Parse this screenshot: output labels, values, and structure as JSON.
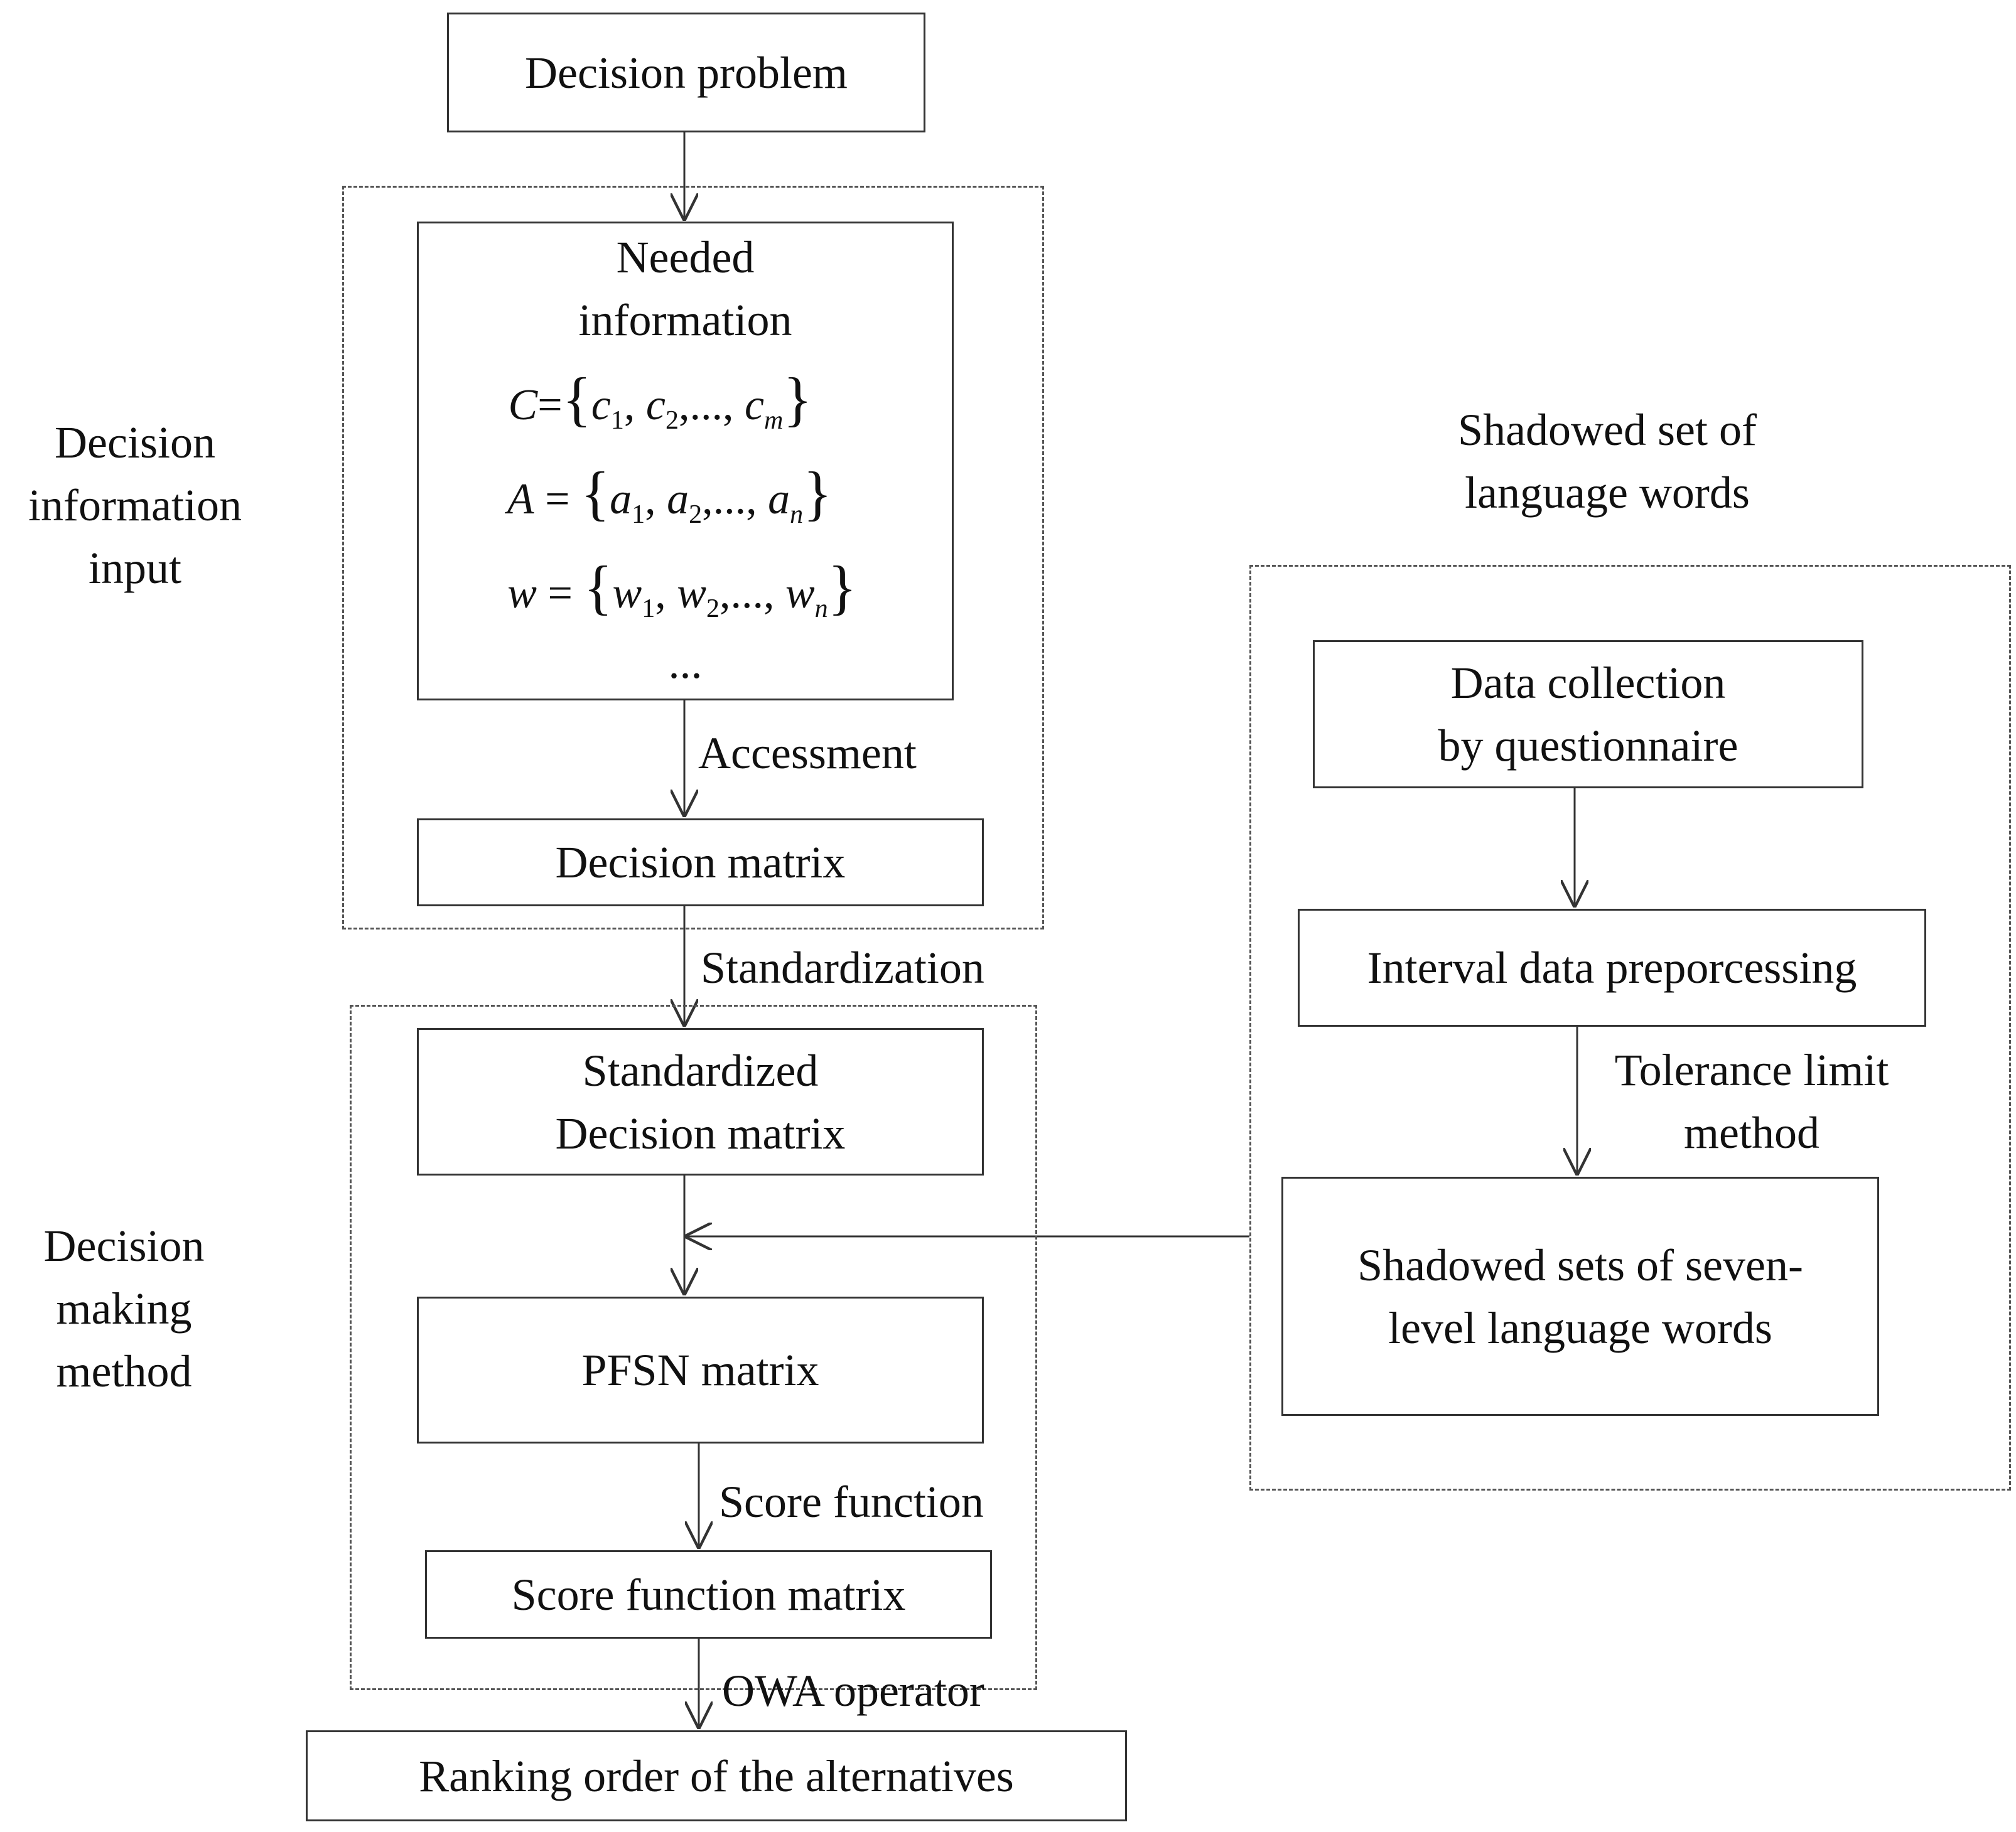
{
  "diagram": {
    "nodes": {
      "decision_problem": "Decision problem",
      "needed_information": [
        "Needed",
        "information"
      ],
      "set_c": {
        "name": "C",
        "eq": "=",
        "items": [
          [
            "c",
            "1"
          ],
          [
            "c",
            "2"
          ],
          [
            "c",
            "m"
          ]
        ]
      },
      "set_a": {
        "name": "A",
        "eq": " = ",
        "items": [
          [
            "a",
            "1"
          ],
          [
            "a",
            "2"
          ],
          [
            "a",
            "n"
          ]
        ]
      },
      "set_w": {
        "name": "w",
        "eq": " = ",
        "items": [
          [
            "w",
            "1"
          ],
          [
            "w",
            "2"
          ],
          [
            "w",
            "n"
          ]
        ]
      },
      "ellipsis": "...",
      "decision_matrix": "Decision matrix",
      "standardized_matrix": [
        "Standardized",
        "Decision matrix"
      ],
      "pfsn_matrix": "PFSN matrix",
      "score_function_matrix": "Score function matrix",
      "ranking": "Ranking order of the alternatives",
      "data_collection": [
        "Data collection",
        "by questionnaire"
      ],
      "interval_preprocessing": "Interval data preporcessing",
      "shadowed_seven_level": [
        "Shadowed sets of seven-",
        "level language words"
      ]
    },
    "edge_labels": {
      "accessment": "Accessment",
      "standardization": "Standardization",
      "score_function": "Score function",
      "owa_operator": "OWA operator",
      "tolerance_limit": [
        "Tolerance limit",
        "method"
      ]
    },
    "group_labels": {
      "decision_information_input": [
        "Decision",
        "information",
        "input"
      ],
      "decision_making_method": [
        "Decision",
        "making",
        "method"
      ],
      "shadowed_set_language_words": [
        "Shadowed set of",
        "language words"
      ]
    }
  }
}
